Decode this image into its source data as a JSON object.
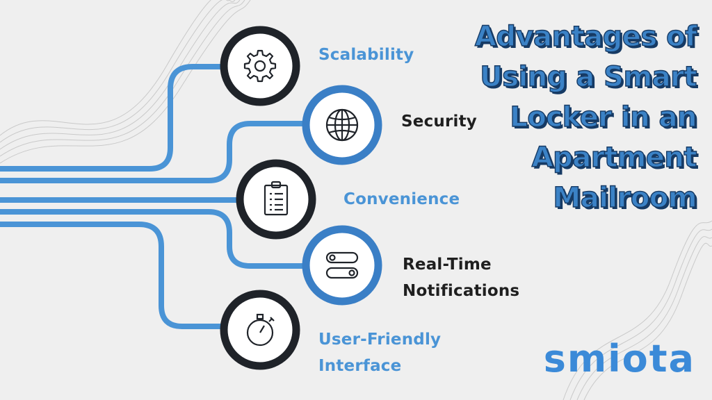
{
  "title_lines": [
    "Advantages of",
    "Using a Smart",
    "Locker in an",
    "Apartment",
    "Mailroom"
  ],
  "features": [
    {
      "label_lines": [
        "Scalability"
      ],
      "icon": "gear-icon",
      "ring_color": "#1f2329",
      "label_color": "#4a94d6"
    },
    {
      "label_lines": [
        "Security"
      ],
      "icon": "globe-icon",
      "ring_color": "#3a7fc6",
      "label_color": "#1f1f1f"
    },
    {
      "label_lines": [
        "Convenience"
      ],
      "icon": "clipboard-icon",
      "ring_color": "#1f2329",
      "label_color": "#4a94d6"
    },
    {
      "label_lines": [
        "Real-Time",
        "Notifications"
      ],
      "icon": "toggle-icon",
      "ring_color": "#3a7fc6",
      "label_color": "#1f1f1f"
    },
    {
      "label_lines": [
        "User-Friendly",
        "Interface"
      ],
      "icon": "stopwatch-icon",
      "ring_color": "#1f2329",
      "label_color": "#4a94d6"
    }
  ],
  "brand": "smiota",
  "colors": {
    "line": "#4a94d6",
    "background": "#efefef",
    "title_fill": "#3b82c6",
    "title_outline": "#163a64"
  }
}
